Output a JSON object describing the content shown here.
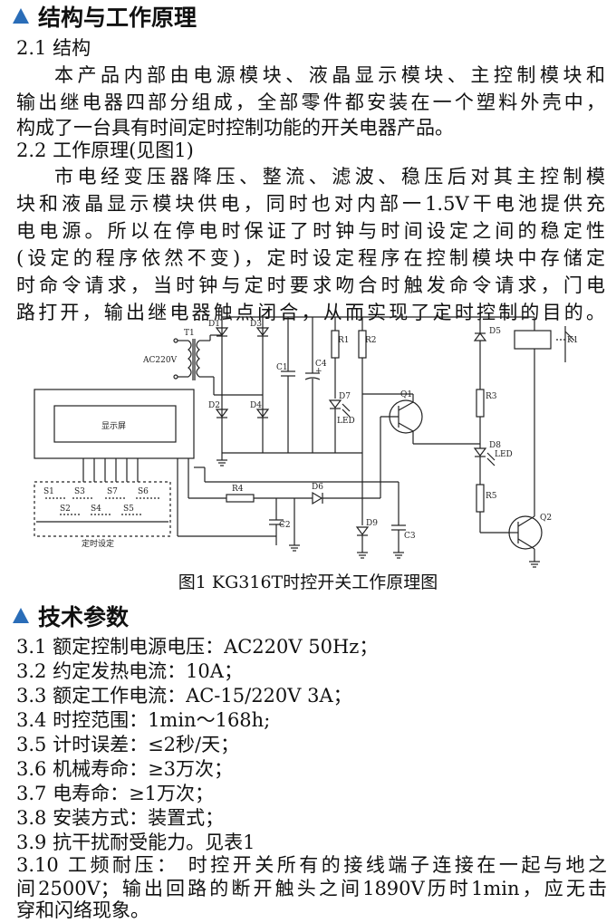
{
  "section1": {
    "title": "结构与工作原理",
    "s21": {
      "heading": "2.1 结构",
      "lines": [
        "本产品内部由电源模块、液晶显示模块、主控制模块和",
        "输出继电器四部分组成，全部零件都安装在一个塑料外壳中，",
        "构成了一台具有时间定时控制功能的开关电器产品。"
      ]
    },
    "s22": {
      "heading": "2.2 工作原理(见图1)",
      "lines": [
        "市电经变压器降压、整流、滤波、稳压后对其主控制模",
        "块和液晶显示模块供电，同时也对内部一1.5V干电池提供充",
        "电电源。所以在停电时保证了时钟与时间设定之间的稳定性",
        "(设定的程序依然不变)，定时设定程序在控制模块中存储定",
        "时命令请求，当时钟与定时要求吻合时触发命令请求，门电",
        "路打开，输出继电器触点闭合，从而实现了定时控制的目的。"
      ]
    }
  },
  "figure": {
    "caption": "图1 KG316T时控开关工作原理图",
    "labels": {
      "T1": "T1",
      "AC": "AC220V",
      "D1": "D1",
      "D2": "D2",
      "D3": "D3",
      "D4": "D4",
      "D5": "D5",
      "D6": "D6",
      "D7": "D7",
      "D8": "D8",
      "D9": "D9",
      "C1": "C1",
      "C2": "C2",
      "C3": "C3",
      "C4": "C4",
      "R1": "R1",
      "R2": "R2",
      "R3": "R3",
      "R4": "R4",
      "R5": "R5",
      "Q1": "Q1",
      "Q2": "Q2",
      "K1": "K1",
      "LED": "LED",
      "display": "显示屏",
      "S1": "S1",
      "S2": "S2",
      "S3": "S3",
      "S4": "S4",
      "S5": "S5",
      "S6": "S6",
      "S7": "S7",
      "timer": "定时设定",
      "plus": "+"
    }
  },
  "section3": {
    "title": "技术参数",
    "items": [
      "3.1 额定控制电源电压：AC220V  50Hz；",
      "3.2 约定发热电流：10A；",
      "3.3 额定工作电流：AC-15/220V  3A；",
      "3.4 时控范围：1min～168h;",
      "3.5 计时误差：≤2秒/天；",
      "3.6 机械寿命：≥3万次；",
      "3.7 电寿命：≥1万次；",
      "3.8 安装方式：装置式；",
      "3.9 抗干扰耐受能力。见表1"
    ],
    "last_lines": [
      "3.10 工频耐压：  时控开关所有的接线端子连接在一起与地之",
      "间2500V；输出回路的断开触头之间1890V历时1min，应无击",
      "穿和闪络现象。"
    ]
  }
}
